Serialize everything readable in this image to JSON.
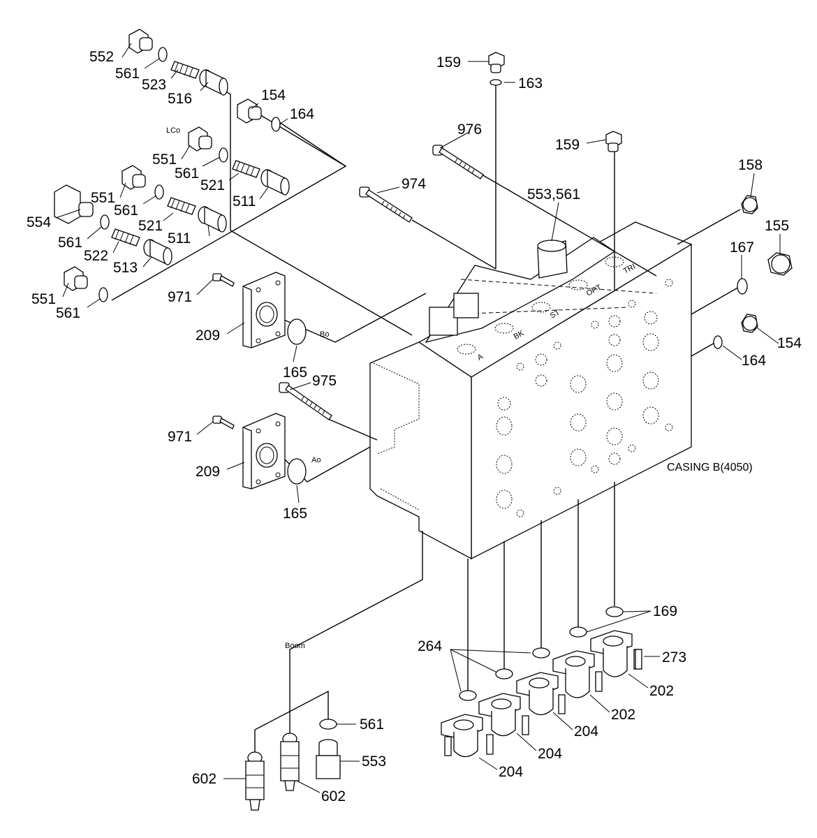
{
  "casing_label": "CASING B(4050)",
  "port_labels": {
    "lco": "LCo",
    "bo": "Bo",
    "ao": "Ao",
    "boom": "Boom",
    "tr": "TRI",
    "opt": "OPT",
    "st": "ST",
    "bk": "BK",
    "a": "A"
  },
  "callouts": {
    "c552": "552",
    "c561_a": "561",
    "c523": "523",
    "c516": "516",
    "c154_a": "154",
    "c164_a": "164",
    "c551_a": "551",
    "c561_b": "561",
    "c521_a": "521",
    "c511_a": "511",
    "c551_b": "551",
    "c561_c": "561",
    "c554": "554",
    "c561_d": "561",
    "c521_b": "521",
    "c522": "522",
    "c511_b": "511",
    "c513": "513",
    "c551_c": "551",
    "c561_e": "561",
    "c971_a": "971",
    "c209_a": "209",
    "c165_a": "165",
    "c971_b": "971",
    "c209_b": "209",
    "c165_b": "165",
    "c975": "975",
    "c974": "974",
    "c976": "976",
    "c159_a": "159",
    "c163": "163",
    "c159_b": "159",
    "c553_561": "553,561",
    "c158": "158",
    "c155": "155",
    "c167": "167",
    "c154_b": "154",
    "c164_b": "164",
    "c169": "169",
    "c264": "264",
    "c273": "273",
    "c202_a": "202",
    "c202_b": "202",
    "c204_a": "204",
    "c204_b": "204",
    "c204_c": "204",
    "c561_f": "561",
    "c553": "553",
    "c602_a": "602",
    "c602_b": "602"
  }
}
